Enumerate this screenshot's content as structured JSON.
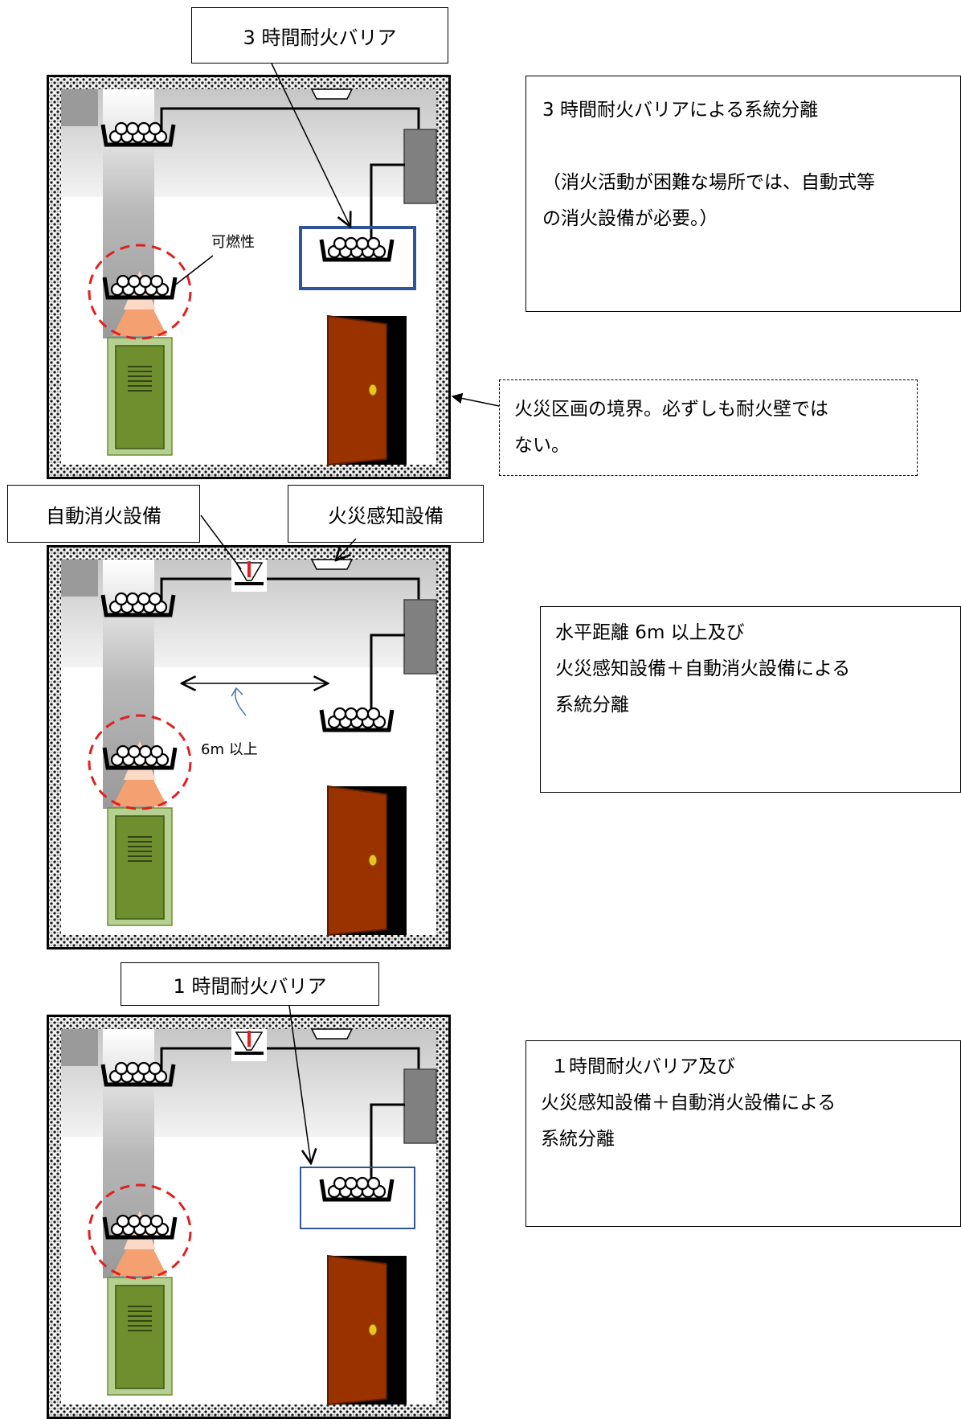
{
  "scenario_1": {
    "callout": "3 時間耐火バリア",
    "description": [
      "3 時間耐火バリアによる系統分離",
      "",
      "（消火活動が困難な場所では、自動式等",
      "の消火設備が必要。）"
    ],
    "combustible_label": "可燃性",
    "boundary_note": [
      "火災区画の境界。必ずしも耐火壁では",
      "ない。"
    ]
  },
  "scenario_2": {
    "callout_suppression": "自動消火設備",
    "callout_detection": "火災感知設備",
    "distance_label": "6m 以上",
    "description": [
      "水平距離 6m 以上及び",
      "火災感知設備＋自動消火設備による",
      "系統分離"
    ]
  },
  "scenario_3": {
    "callout": "1 時間耐火バリア",
    "description": [
      "１時間耐火バリア及び",
      "火災感知設備＋自動消火設備による",
      "系統分離"
    ]
  },
  "colors": {
    "barrier_3h": "#2f5597",
    "barrier_1h": "#2f5597",
    "fire_circle": "#e02020",
    "flame": "#f4a070",
    "panel": "#6f8f2f",
    "panel_frame": "#b5d08f",
    "door": "#9a3200",
    "cabinet": "#808080",
    "dim_arrow": "#4a76b0"
  }
}
